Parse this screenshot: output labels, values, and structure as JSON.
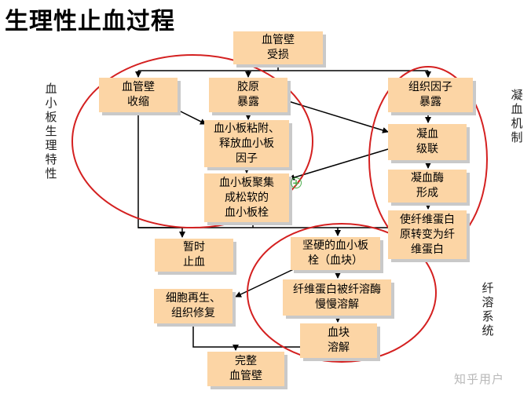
{
  "title": "生理性止血过程",
  "side_labels": {
    "left": "血小板生理特性",
    "right_top": "凝血机制",
    "right_bottom": "纤溶系统"
  },
  "boxes": {
    "vessel_damage": "血管壁\n受损",
    "vessel_contraction": "血管壁\n收缩",
    "collagen_exposed": "胶原\n暴露",
    "tissue_factor": "组织因子\n暴露",
    "platelet_adhesion": "血小板粘附、\n释放血小板\n因子",
    "coagulation_cascade": "凝血\n级联",
    "platelet_aggregation": "血小板聚集\n成松软的\n血小板栓",
    "thrombin_formation": "凝血酶\n形成",
    "fibrinogen_to_fibrin": "使纤维蛋白\n原转变为纤\n维蛋白",
    "temporary_hemostasis": "暂时\n止血",
    "firm_clot": "坚硬的血小板\n栓（血块）",
    "cell_regeneration": "细胞再生、\n组织修复",
    "fibrinolysis": "纤维蛋白被纤溶酶\n慢慢溶解",
    "clot_dissolution": "血块\n溶解",
    "intact_vessel": "完整\n血管壁"
  },
  "watermark": "知乎用户",
  "colors": {
    "box_fill": "#fcd5a5",
    "ellipse_stroke": "#d42020",
    "line": "#000000"
  }
}
